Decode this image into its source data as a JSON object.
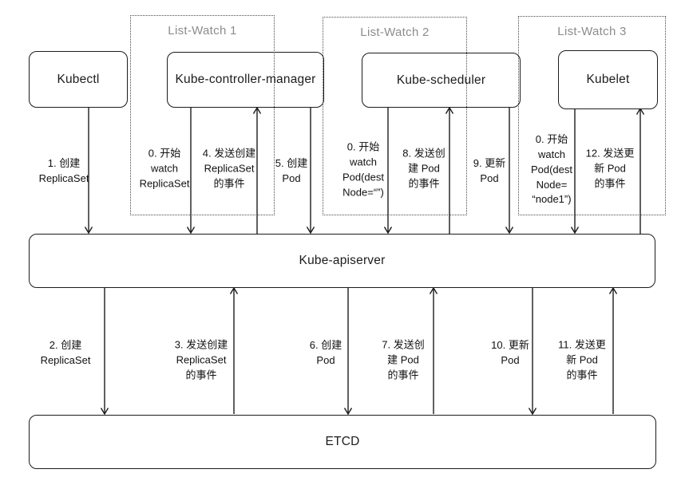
{
  "diagram": {
    "title_semantic": "Kubernetes List-Watch mechanism",
    "colors": {
      "background": "#ffffff",
      "line": "#1c1c1c",
      "group_border": "#4a4a4a",
      "group_label": "#8c8c8c"
    },
    "groups": [
      {
        "label": "List-Watch 1"
      },
      {
        "label": "List-Watch 2"
      },
      {
        "label": "List-Watch 3"
      }
    ],
    "nodes": {
      "kubectl": {
        "label": "Kubectl"
      },
      "controller_manager": {
        "label": "Kube-controller-manager"
      },
      "scheduler": {
        "label": "Kube-scheduler"
      },
      "kubelet": {
        "label": "Kubelet"
      },
      "apiserver": {
        "label": "Kube-apiserver"
      },
      "etcd": {
        "label": "ETCD"
      }
    },
    "edges_top": [
      {
        "label": "1. 创建\nReplicaSet",
        "direction": "down",
        "from": "Kubectl",
        "to": "Kube-apiserver"
      },
      {
        "label": "0. 开始\nwatch\nReplicaSet",
        "direction": "down",
        "from": "Kube-controller-manager",
        "to": "Kube-apiserver"
      },
      {
        "label": "4. 发送创建\nReplicaSet\n的事件",
        "direction": "up",
        "from": "Kube-apiserver",
        "to": "Kube-controller-manager"
      },
      {
        "label": "5. 创建\nPod",
        "direction": "down",
        "from": "Kube-controller-manager",
        "to": "Kube-apiserver"
      },
      {
        "label": "0. 开始\nwatch\nPod(dest\nNode=“”)",
        "direction": "down",
        "from": "Kube-scheduler",
        "to": "Kube-apiserver"
      },
      {
        "label": "8. 发送创\n建 Pod\n的事件",
        "direction": "up",
        "from": "Kube-apiserver",
        "to": "Kube-scheduler"
      },
      {
        "label": "9. 更新\nPod",
        "direction": "down",
        "from": "Kube-scheduler",
        "to": "Kube-apiserver"
      },
      {
        "label": "0. 开始\nwatch\nPod(dest\nNode=\n“node1”)",
        "direction": "down",
        "from": "Kubelet",
        "to": "Kube-apiserver"
      },
      {
        "label": "12. 发送更\n新 Pod\n的事件",
        "direction": "up",
        "from": "Kube-apiserver",
        "to": "Kubelet"
      }
    ],
    "edges_bottom": [
      {
        "label": "2. 创建\nReplicaSet",
        "direction": "down",
        "from": "Kube-apiserver",
        "to": "ETCD"
      },
      {
        "label": "3. 发送创建\nReplicaSet\n的事件",
        "direction": "up",
        "from": "ETCD",
        "to": "Kube-apiserver"
      },
      {
        "label": "6. 创建\nPod",
        "direction": "down",
        "from": "Kube-apiserver",
        "to": "ETCD"
      },
      {
        "label": "7. 发送创\n建 Pod\n的事件",
        "direction": "up",
        "from": "ETCD",
        "to": "Kube-apiserver"
      },
      {
        "label": "10. 更新\nPod",
        "direction": "down",
        "from": "Kube-apiserver",
        "to": "ETCD"
      },
      {
        "label": "11. 发送更\n新 Pod\n的事件",
        "direction": "up",
        "from": "ETCD",
        "to": "Kube-apiserver"
      }
    ]
  }
}
